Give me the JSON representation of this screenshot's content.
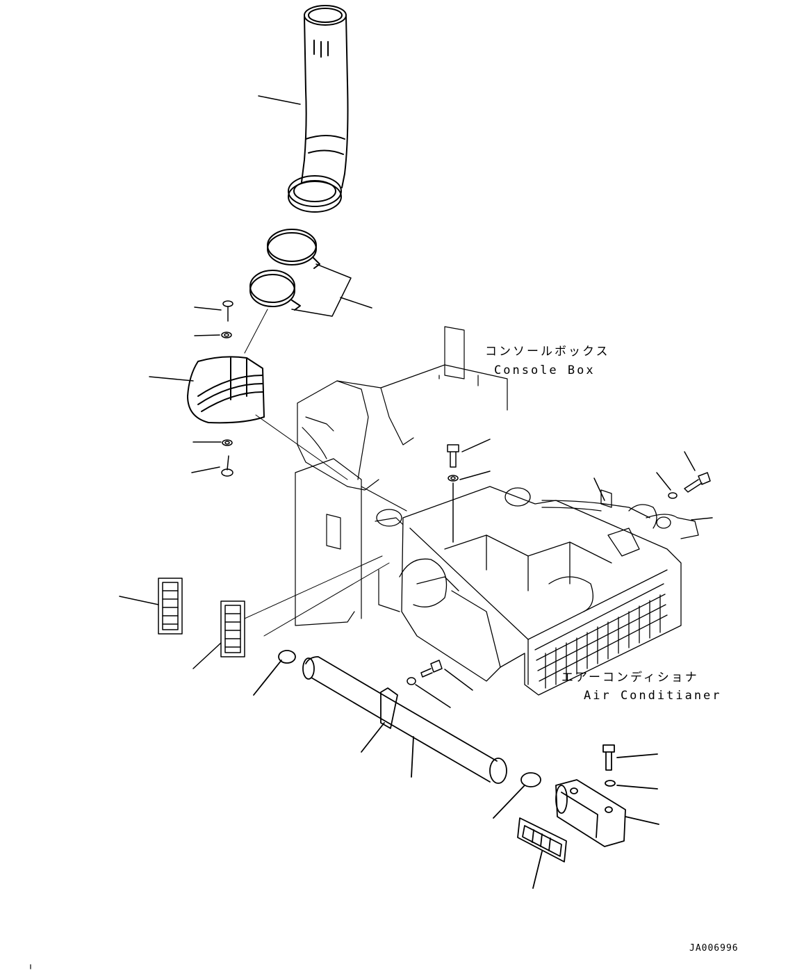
{
  "labels": {
    "console_box_jp": "コンソールボックス",
    "console_box_en": "Console Box",
    "air_conditioner_jp": "エアーコンディショナ",
    "air_conditioner_en": "Air Conditianer"
  },
  "drawing_code": "JA006996"
}
